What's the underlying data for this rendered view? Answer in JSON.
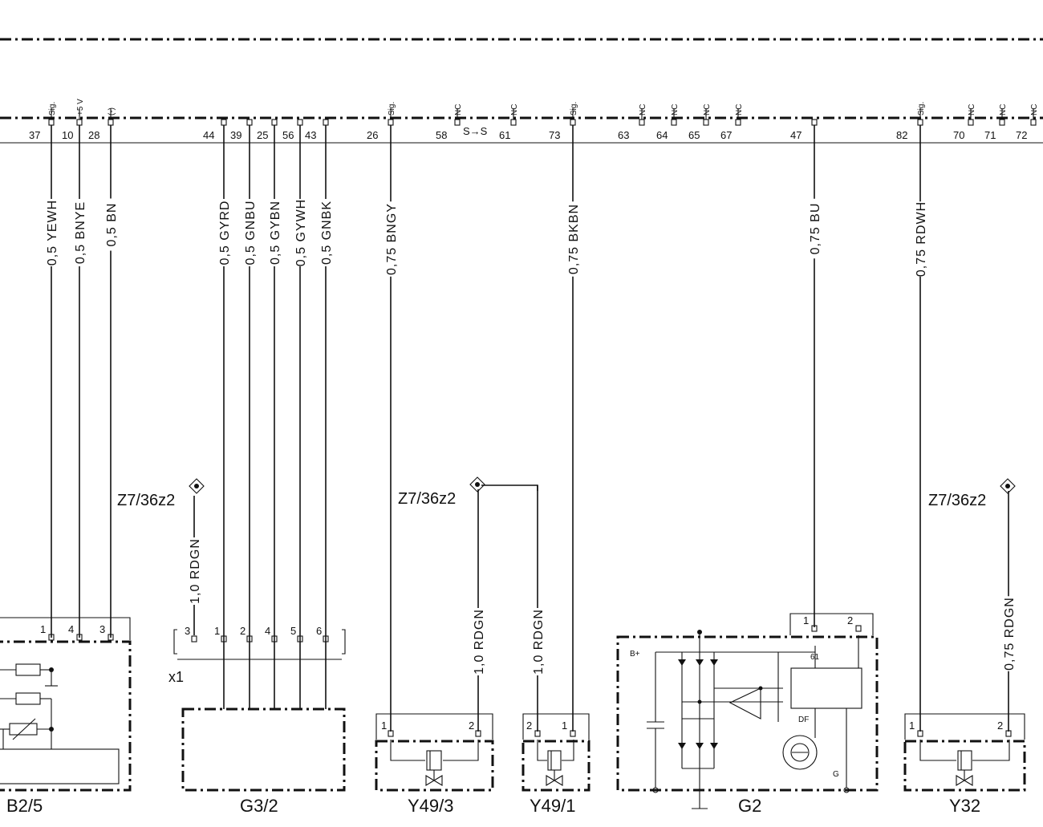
{
  "connector_pins": [
    {
      "id": "pin-37",
      "pin": "37",
      "sig": "Sig."
    },
    {
      "id": "pin-10",
      "pin": "10",
      "sig": "+5 V"
    },
    {
      "id": "pin-28",
      "pin": "28",
      "sig": "(-)"
    },
    {
      "id": "pin-44",
      "pin": "44",
      "sig": ""
    },
    {
      "id": "pin-39",
      "pin": "39",
      "sig": ""
    },
    {
      "id": "pin-25",
      "pin": "25",
      "sig": ""
    },
    {
      "id": "pin-56",
      "pin": "56",
      "sig": ""
    },
    {
      "id": "pin-43",
      "pin": "43",
      "sig": ""
    },
    {
      "id": "pin-26",
      "pin": "26",
      "sig": "Sig."
    },
    {
      "id": "pin-58",
      "pin": "58",
      "sig": "NC"
    },
    {
      "id": "pin-61",
      "pin": "61",
      "sig": "NC"
    },
    {
      "id": "pin-73",
      "pin": "73",
      "sig": "Sig."
    },
    {
      "id": "pin-63",
      "pin": "63",
      "sig": "NC"
    },
    {
      "id": "pin-64",
      "pin": "64",
      "sig": "NC"
    },
    {
      "id": "pin-65",
      "pin": "65",
      "sig": "NC"
    },
    {
      "id": "pin-67",
      "pin": "67",
      "sig": "NC"
    },
    {
      "id": "pin-47",
      "pin": "47",
      "sig": ""
    },
    {
      "id": "pin-82",
      "pin": "82",
      "sig": "Sig."
    },
    {
      "id": "pin-70",
      "pin": "70",
      "sig": "NC"
    },
    {
      "id": "pin-71",
      "pin": "71",
      "sig": "NC"
    },
    {
      "id": "pin-72",
      "pin": "72",
      "sig": "NC"
    }
  ],
  "wires": [
    {
      "id": "wire-37",
      "label": "0,5 YEWH"
    },
    {
      "id": "wire-10",
      "label": "0,5 BNYE"
    },
    {
      "id": "wire-28",
      "label": "0,5 BN"
    },
    {
      "id": "wire-44",
      "label": "0,5 GYRD"
    },
    {
      "id": "wire-39",
      "label": "0,5 GNBU"
    },
    {
      "id": "wire-25",
      "label": "0,5 GYBN"
    },
    {
      "id": "wire-56",
      "label": "0,5 GYWH"
    },
    {
      "id": "wire-43",
      "label": "0,5 GNBK"
    },
    {
      "id": "wire-26",
      "label": "0,75 BNGY"
    },
    {
      "id": "wire-73",
      "label": "0,75 BKBN"
    },
    {
      "id": "wire-47",
      "label": "0,75 BU"
    },
    {
      "id": "wire-82",
      "label": "0,75 RDWH"
    },
    {
      "id": "wire-g32-3",
      "label": "1,0 RDGN"
    },
    {
      "id": "wire-y493-2",
      "label": "1,0 RDGN"
    },
    {
      "id": "wire-y491-2",
      "label": "1,0 RDGN"
    },
    {
      "id": "wire-y32-2",
      "label": "0,75 RDGN"
    }
  ],
  "ground_points": [
    {
      "id": "gnd-1",
      "label": "Z7/36z2"
    },
    {
      "id": "gnd-2",
      "label": "Z7/36z2"
    },
    {
      "id": "gnd-3",
      "label": "Z7/36z2"
    }
  ],
  "components": [
    {
      "id": "comp-b25",
      "label": "B2/5"
    },
    {
      "id": "comp-g32",
      "label": "G3/2"
    },
    {
      "id": "comp-y493",
      "label": "Y49/3"
    },
    {
      "id": "comp-y491",
      "label": "Y49/1"
    },
    {
      "id": "comp-g2",
      "label": "G2"
    },
    {
      "id": "comp-y32",
      "label": "Y32"
    }
  ],
  "component_pins": {
    "b25": [
      "1",
      "4",
      "3"
    ],
    "g32": [
      "3",
      "1",
      "2",
      "4",
      "5",
      "6"
    ],
    "y493": [
      "1",
      "2"
    ],
    "y491": [
      "2",
      "1"
    ],
    "g2": [
      "1",
      "2"
    ],
    "y32": [
      "1",
      "2"
    ]
  },
  "g2_internal": {
    "b_plus": "B+",
    "terminal_61": "61",
    "df": "DF",
    "g": "G"
  },
  "connector_x1": "x1",
  "bridge_symbol": "S→S"
}
